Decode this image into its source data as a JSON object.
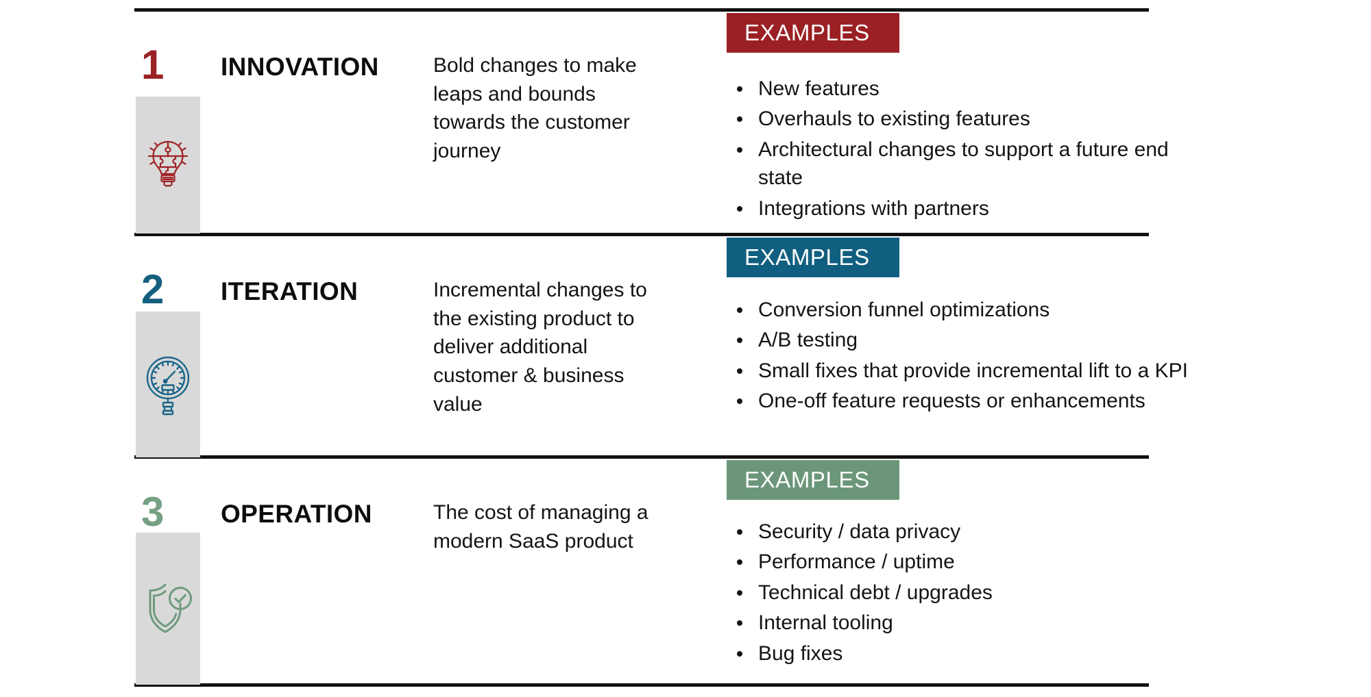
{
  "page": {
    "title": "Innovation / Iteration / Operation framework",
    "background": "#ffffff",
    "rule_color": "#111111"
  },
  "badge_default_label": "EXAMPLES",
  "rows": [
    {
      "number": "1",
      "title": "INNOVATION",
      "accent": "#9B2024",
      "number_color": "#9B2024",
      "badge_label": "EXAMPLES",
      "badge_bg": "#9B2024",
      "icon": "lightbulb-puzzle-icon",
      "icon_tile_bg": "#D9D9D9",
      "description": "Bold changes to make leaps and bounds towards the customer journey",
      "examples": [
        "New features",
        "Overhauls to existing features",
        "Architectural changes to support a future end state",
        "Integrations with partners"
      ]
    },
    {
      "number": "2",
      "title": "ITERATION",
      "accent": "#155F7F",
      "number_color": "#155F7F",
      "badge_label": "EXAMPLES",
      "badge_bg": "#115F80",
      "icon": "gauge-icon",
      "icon_tile_bg": "#D9D9D9",
      "description": "Incremental changes to the existing product to deliver additional customer & business value",
      "examples": [
        "Conversion funnel optimizations",
        "A/B testing",
        "Small fixes that provide incremental lift to a KPI",
        "One-off feature requests or enhancements"
      ]
    },
    {
      "number": "3",
      "title": "OPERATION",
      "accent": "#6E9A7D",
      "number_color": "#76A084",
      "badge_label": "EXAMPLES",
      "badge_bg": "#6B9679",
      "icon": "shield-check-icon",
      "icon_tile_bg": "#D9D9D9",
      "description": "The cost of managing a modern SaaS product",
      "examples": [
        "Security / data privacy",
        "Performance / uptime",
        "Technical debt / upgrades",
        "Internal tooling",
        "Bug fixes"
      ]
    }
  ]
}
